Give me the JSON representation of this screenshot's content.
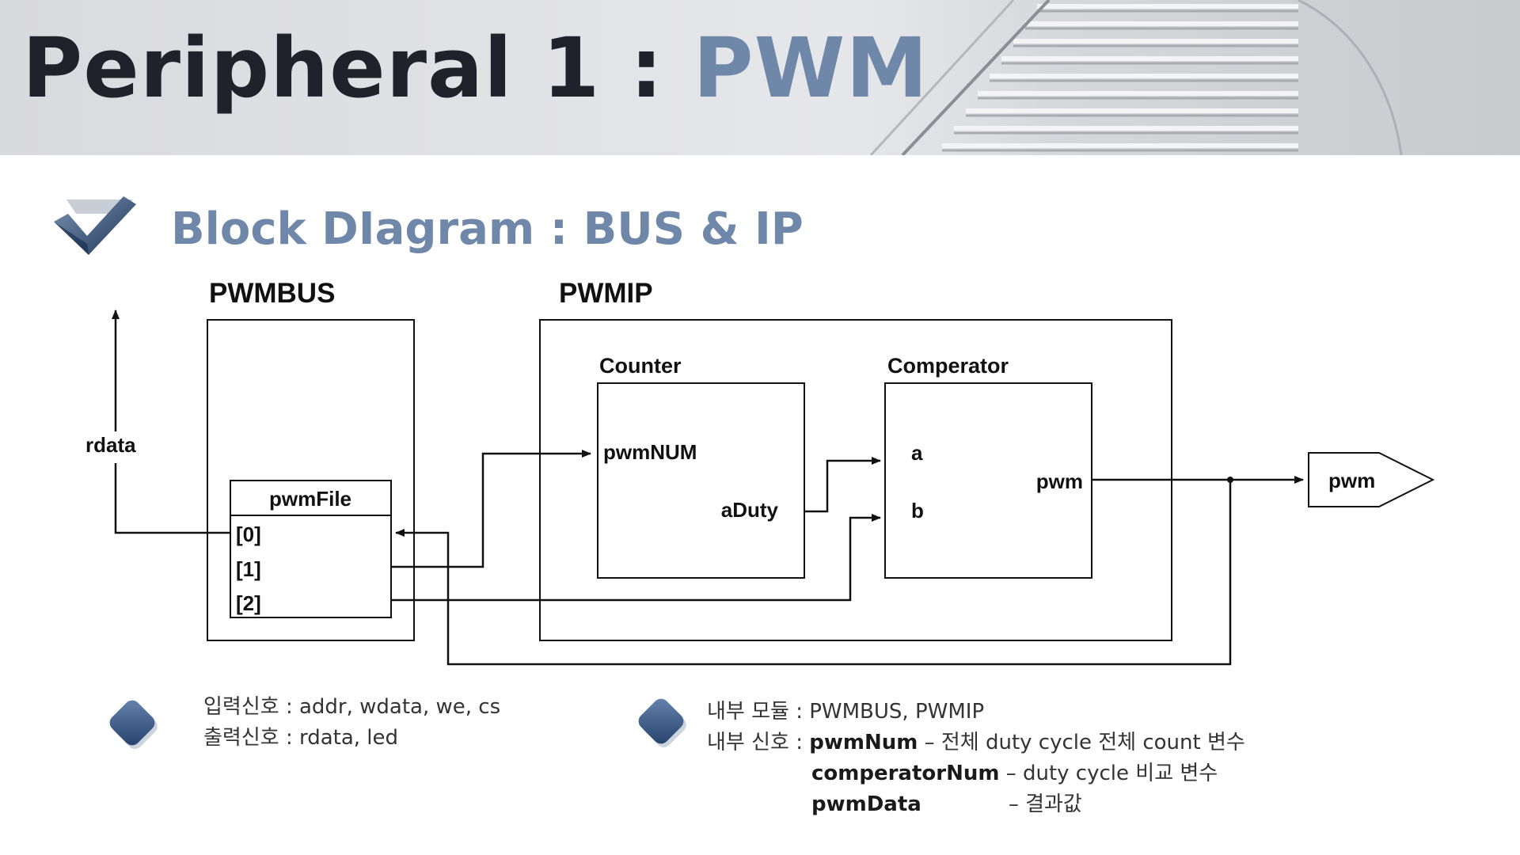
{
  "slide": {
    "title_prefix": "Peripheral  1 : ",
    "title_accent": "PWM",
    "subtitle": "Block DIagram : BUS & IP",
    "colors": {
      "dark": "#1f222b",
      "accent": "#6f87a8",
      "icon": "#36577f"
    }
  },
  "diagram": {
    "pwmbus_title": "PWMBUS",
    "pwmip_title": "PWMIP",
    "rdata_label": "rdata",
    "pwmfile": {
      "title": "pwmFile",
      "regs": [
        "[2]",
        "[1]",
        "[0]"
      ]
    },
    "counter": {
      "title": "Counter",
      "port_in": "pwmNUM",
      "port_out": "aDuty"
    },
    "comparator": {
      "title": "Comperator",
      "port_a": "a",
      "port_b": "b",
      "port_out": "pwm"
    },
    "output_port": "pwm"
  },
  "notes_left": {
    "line1": "입력신호 : addr, wdata, we, cs",
    "line2": "출력신호 : rdata, led"
  },
  "notes_right": {
    "modules": "내부 모듈 : PWMBUS, PWMIP",
    "signals_prefix": "내부 신호 : ",
    "sig1_name": "pwmNum",
    "sig1_desc": " – 전체 duty cycle 전체 count 변수",
    "sig2_name": "comperatorNum",
    "sig2_desc": " – duty cycle 비교 변수",
    "sig3_name": "pwmData",
    "sig3_desc": "– 결과값"
  }
}
